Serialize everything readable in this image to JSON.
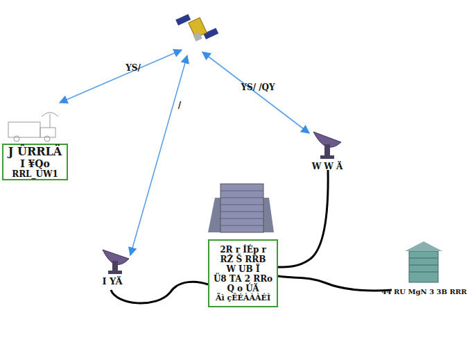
{
  "diagram": {
    "nodes": [
      {
        "text": [
          "J ÛRRLÄ",
          "I ¥Qo",
          "RRL_UW1"
        ]
      },
      {
        "text": [
          "2R r ÍÉp r",
          "RŽ Š RRB",
          "W UB Ï",
          "Ü8 TA 2 RRo",
          "Q o ÚÄ",
          "Ãì çÊÉÀÀÀÉÌ"
        ]
      }
    ],
    "labels": [
      "YS/",
      "YS/ /QY",
      "/",
      "W W Ä",
      "I YÄ",
      "44 RU MgN 3 3B RRR"
    ]
  }
}
